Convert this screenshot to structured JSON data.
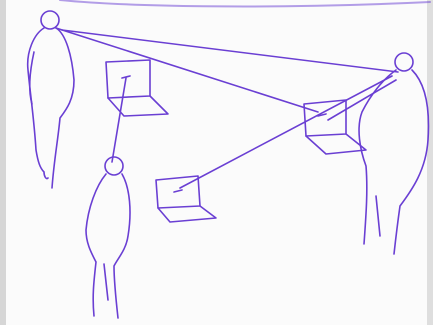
{
  "colors": {
    "ink": "#6a3fd3",
    "paper": "#fbfbfb",
    "paper_edge": "#cfcfcf"
  },
  "diagram": {
    "people": [
      {
        "name": "person-top-left"
      },
      {
        "name": "person-bottom-left"
      },
      {
        "name": "person-right"
      }
    ],
    "laptops": [
      {
        "name": "laptop-top"
      },
      {
        "name": "laptop-middle"
      },
      {
        "name": "laptop-right"
      }
    ],
    "connections": [
      {
        "from": "person-top-left",
        "to": "laptop-right"
      },
      {
        "from": "person-top-left",
        "to": "person-right"
      },
      {
        "from": "person-bottom-left",
        "to": "laptop-top"
      },
      {
        "from": "person-right",
        "to": "laptop-middle"
      },
      {
        "from": "person-right",
        "to": "laptop-right"
      }
    ]
  }
}
